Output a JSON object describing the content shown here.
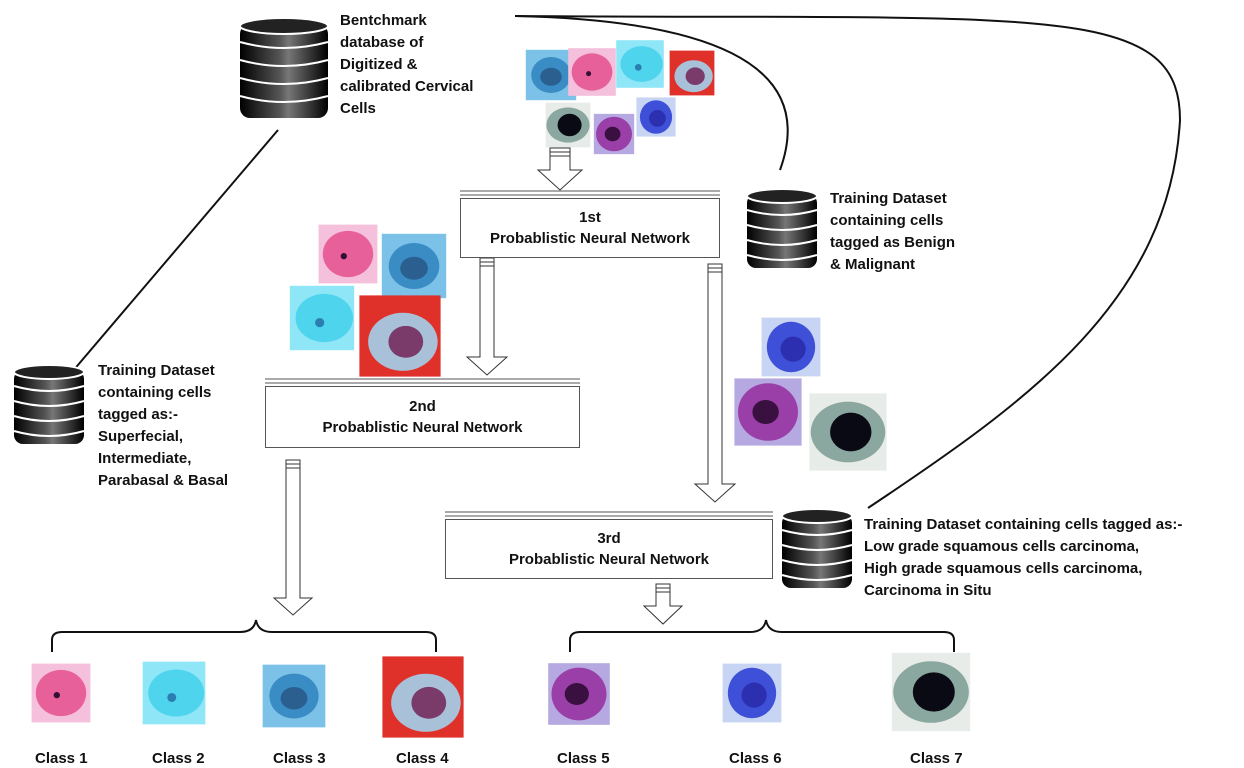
{
  "labels": {
    "benchmark_db": [
      "Bentchmark",
      "database of",
      "Digitized &",
      "calibrated Cervical",
      "Cells"
    ],
    "training_benign": [
      "Training Dataset",
      "containing cells",
      "tagged as Benign",
      "& Malignant"
    ],
    "training_class4": [
      "Training Dataset",
      "containing cells",
      "tagged as:-",
      "Superfecial,",
      "Intermediate,",
      "Parabasal & Basal"
    ],
    "training_class3": [
      "Training Dataset containing cells tagged as:-",
      "Low grade squamous cells carcinoma,",
      "High grade squamous cells carcinoma,",
      "Carcinoma in Situ"
    ]
  },
  "networks": {
    "pnn1": [
      "1st",
      "Probablistic Neural Network"
    ],
    "pnn2": [
      "2nd",
      "Probablistic Neural Network"
    ],
    "pnn3": [
      "3rd",
      "Probablistic Neural Network"
    ]
  },
  "classes": [
    "Class 1",
    "Class 2",
    "Class 3",
    "Class 4",
    "Class 5",
    "Class 6",
    "Class 7"
  ],
  "colors": {
    "superficial_pink": "#e8609a",
    "intermediate_cyan": "#4fd4ee",
    "parabasal_blue": "#3a8cc4",
    "basal_red": "#e0302a",
    "carcinoma_purple": "#9a3fa8",
    "carcinoma_blue": "#3e4fd8",
    "carcinoma_teal": "#8aa7a0"
  }
}
